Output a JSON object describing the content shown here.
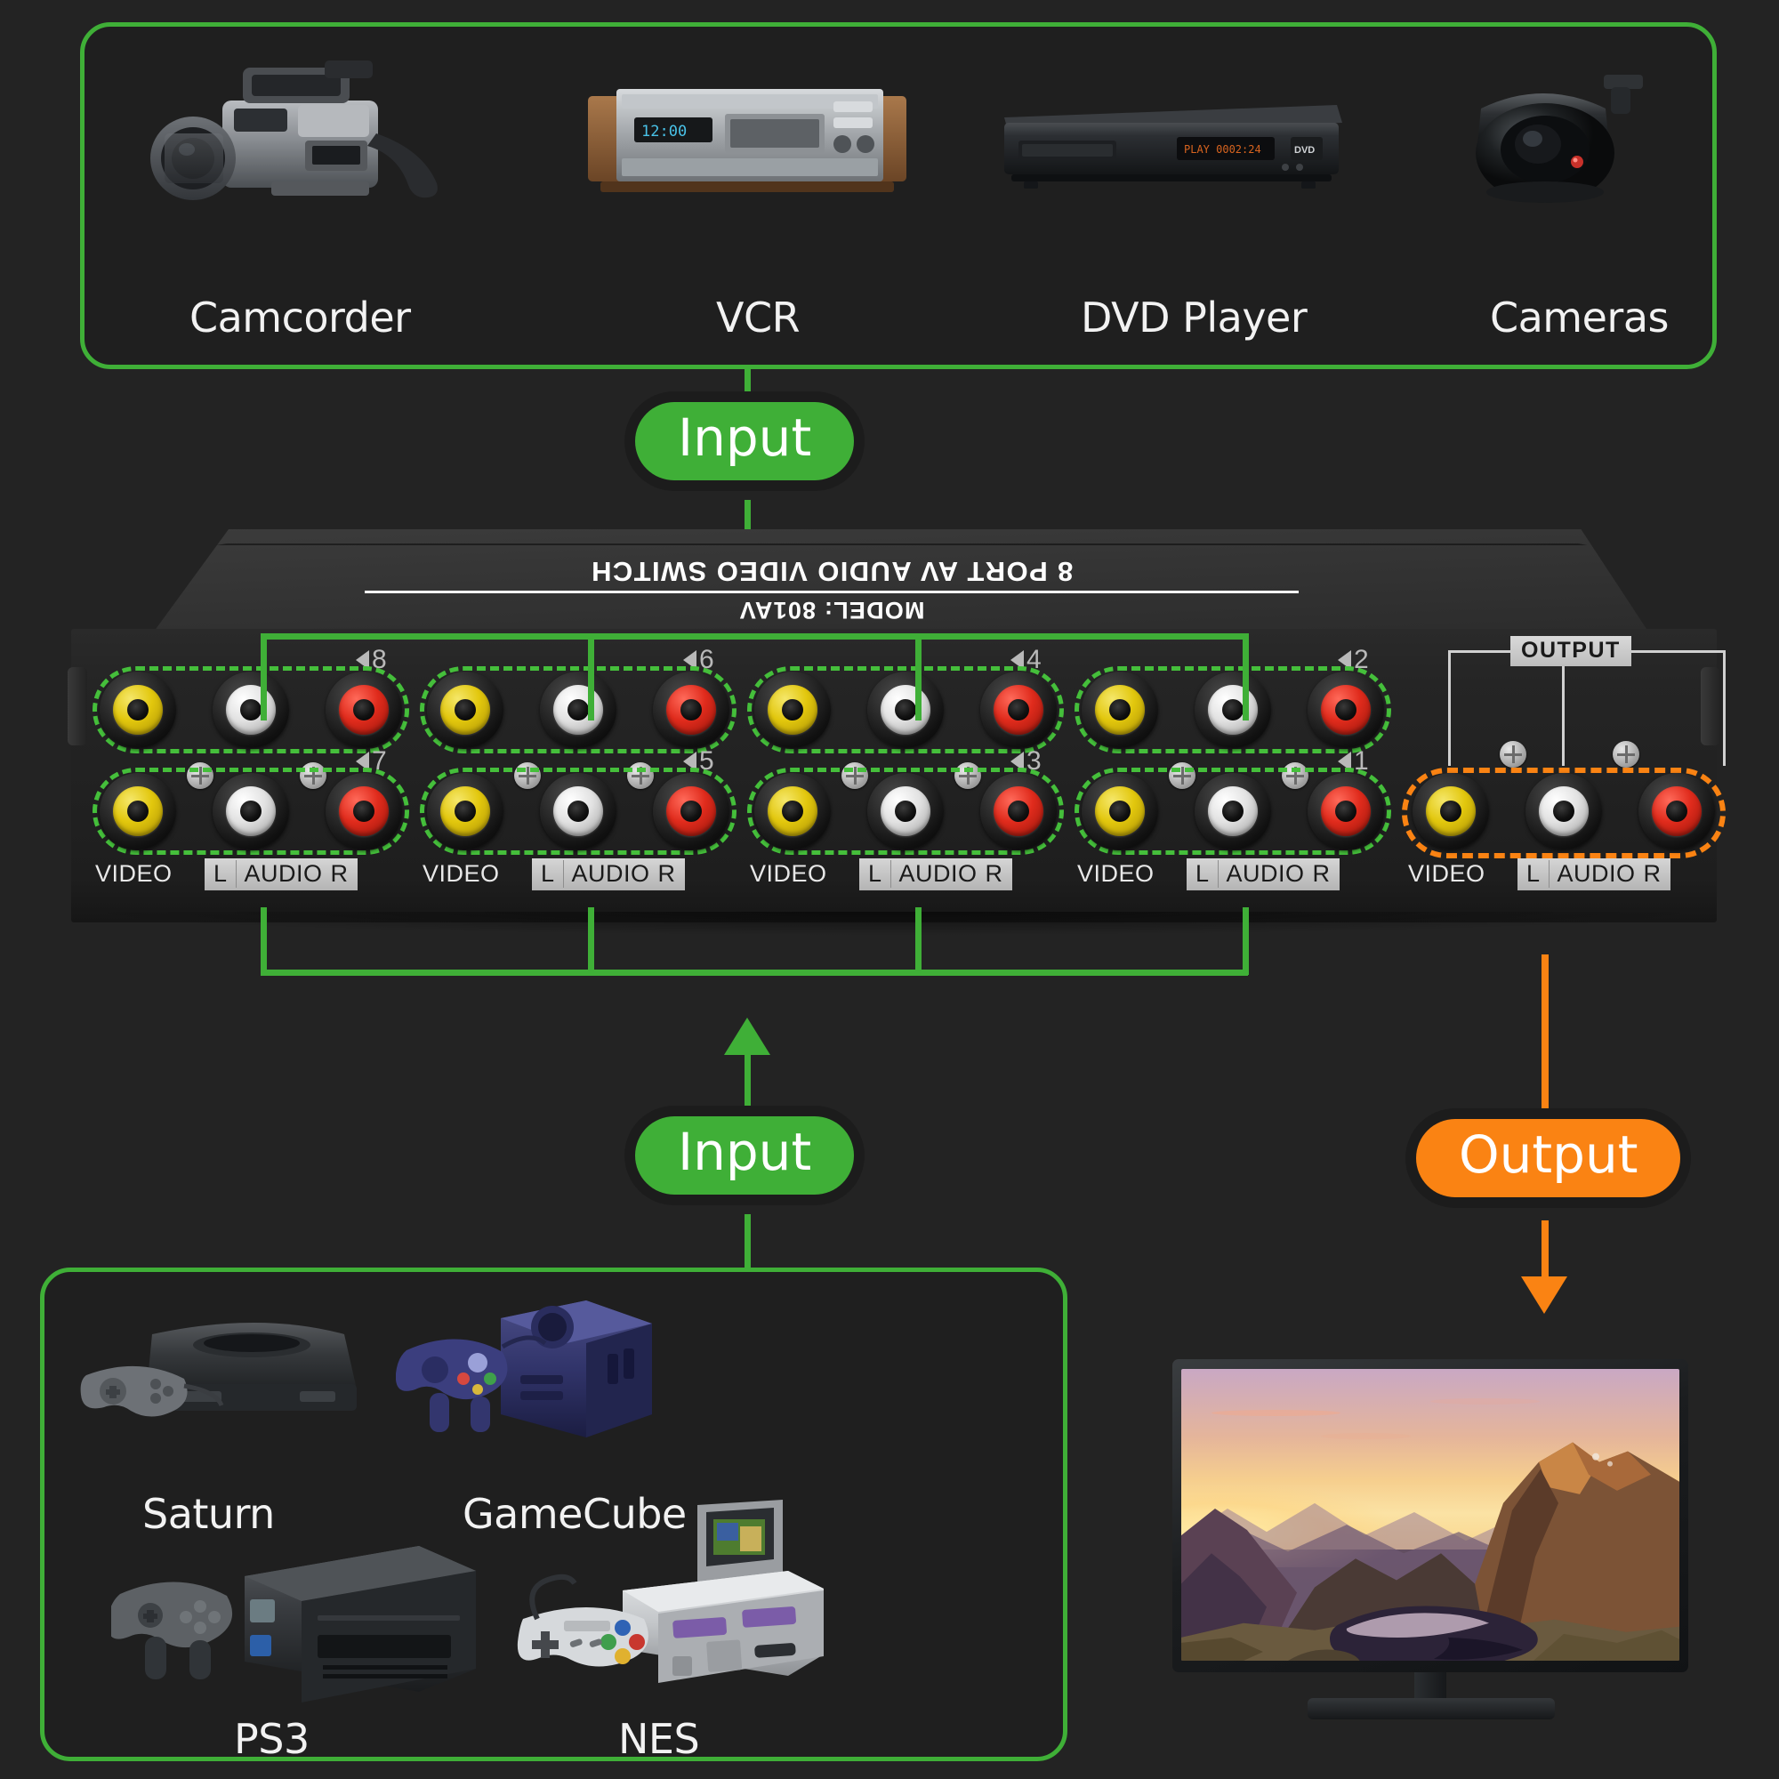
{
  "theme": {
    "background": "#232323",
    "panel_background": "#1f1f1f",
    "input_green": "#3faf37",
    "output_orange": "#fa8313",
    "dash_green": "#45bf3b",
    "label_white": "#f2f2f2"
  },
  "top_sources": {
    "items": [
      {
        "label": "Camcorder",
        "icon": "camcorder-icon"
      },
      {
        "label": "VCR",
        "icon": "vcr-icon"
      },
      {
        "label": "DVD Player",
        "icon": "dvd-player-icon"
      },
      {
        "label": "Cameras",
        "icon": "security-camera-icon"
      }
    ]
  },
  "bottom_sources": {
    "items": [
      {
        "label": "Saturn",
        "icon": "sega-saturn-icon"
      },
      {
        "label": "GameCube",
        "icon": "gamecube-icon"
      },
      {
        "label": "PS3",
        "icon": "ps3-icon"
      },
      {
        "label": "NES",
        "icon": "nes-icon"
      }
    ]
  },
  "badges": {
    "input_top": "Input",
    "input_bottom": "Input",
    "output": "Output"
  },
  "device": {
    "model_line": "MODEL: 801AV",
    "title_line": "8 PORT AV AUDIO VIDEO SWITCH",
    "output_bracket_label": "OUTPUT",
    "port_labels": {
      "video": "VIDEO",
      "audio_left": "L",
      "audio_word": "AUDIO",
      "audio_right": "R"
    },
    "input_groups": [
      {
        "top_port": "8",
        "bottom_port": "7"
      },
      {
        "top_port": "6",
        "bottom_port": "5"
      },
      {
        "top_port": "4",
        "bottom_port": "3"
      },
      {
        "top_port": "2",
        "bottom_port": "1"
      }
    ],
    "jack_colors": {
      "video": "yellow",
      "audio_left": "white",
      "audio_right": "red"
    }
  },
  "display": {
    "name": "television",
    "screen_content": "mountain-lake-sunset-photo"
  }
}
